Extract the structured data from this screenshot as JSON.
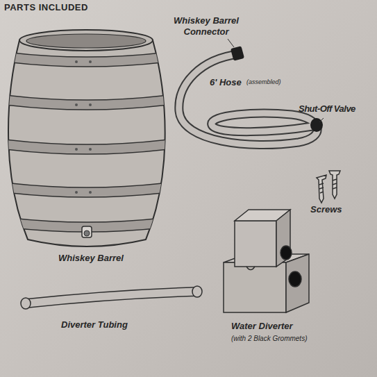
{
  "diagram": {
    "title": "PARTS INCLUDED",
    "labels": [
      "Whiskey Barrel Connector",
      "6' Hose",
      "(assembled)",
      "Shut-Off Valve",
      "Screws",
      "Whiskey Barrel",
      "Diverter Tubing",
      "Water Diverter",
      "(with 2 Black Grommets)"
    ]
  }
}
